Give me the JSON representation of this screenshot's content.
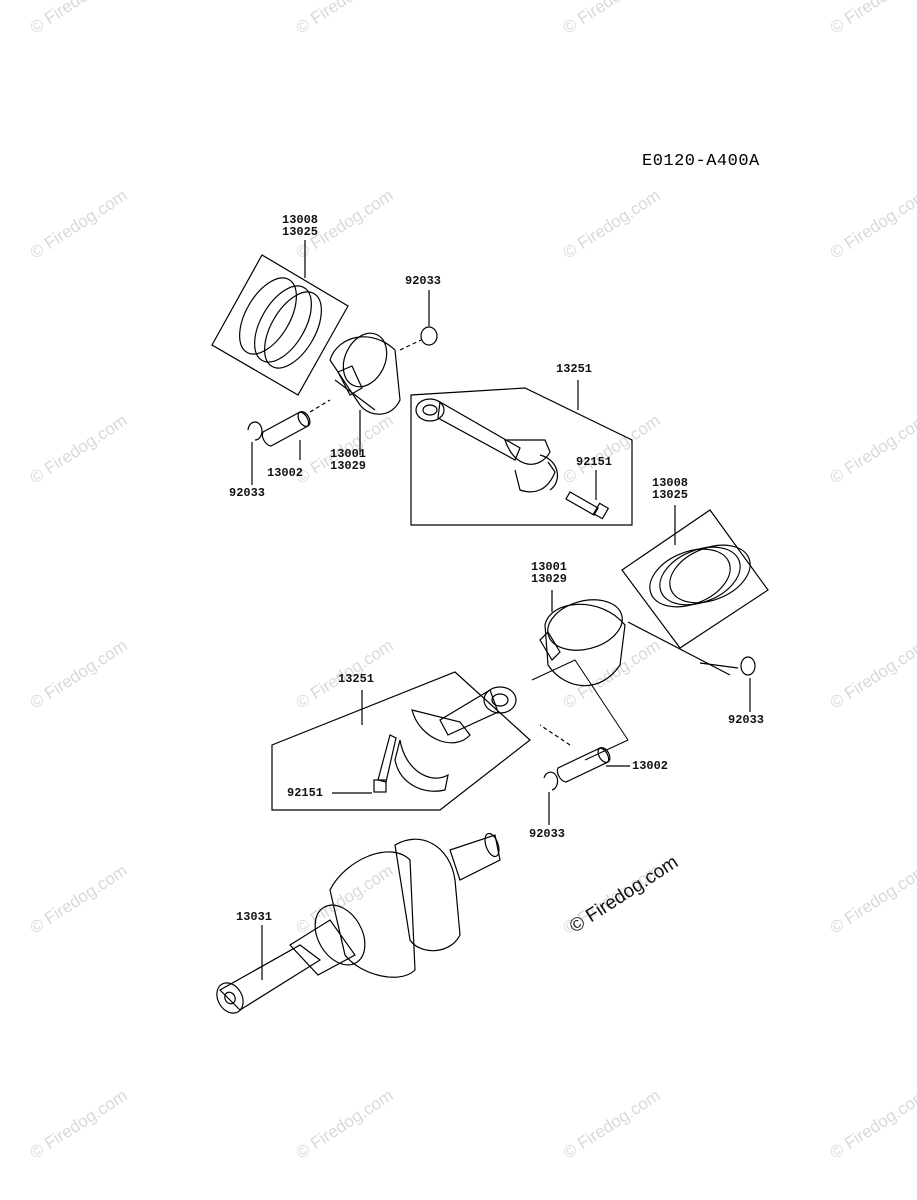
{
  "diagram": {
    "code": "E0120-A400A",
    "watermark": "© Firedog.com",
    "center_watermark": "© Firedog.com",
    "labels": {
      "rings_top_a": "13008",
      "rings_top_b": "13025",
      "circlip_top_right": "92033",
      "conrod_top": "13251",
      "bolt_top": "92151",
      "piston_top_a": "13001",
      "piston_top_b": "13029",
      "pin_top": "13002",
      "circlip_top_left": "92033",
      "rings_mid_a": "13008",
      "rings_mid_b": "13025",
      "piston_mid_a": "13001",
      "piston_mid_b": "13029",
      "circlip_mid_right": "92033",
      "conrod_mid": "13251",
      "bolt_mid": "92151",
      "pin_mid": "13002",
      "circlip_mid_bottom": "92033",
      "crankshaft": "13031"
    }
  }
}
